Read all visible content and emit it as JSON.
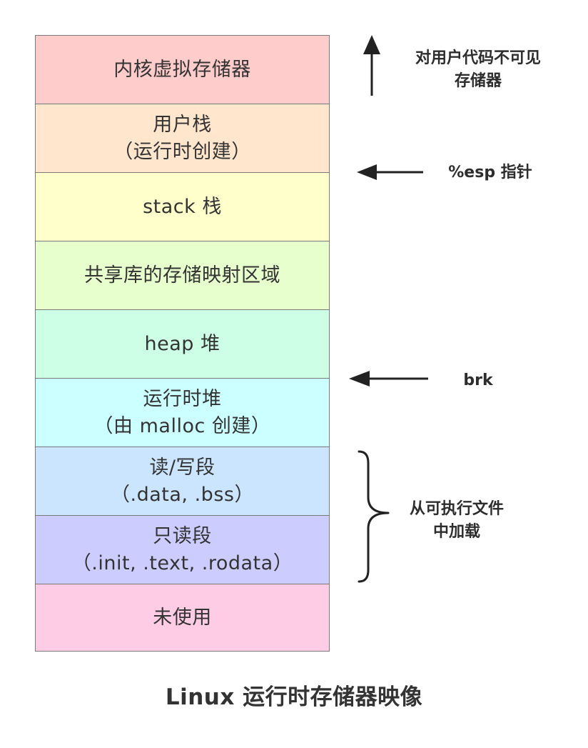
{
  "segments": [
    {
      "id": "kernel-virtual-memory",
      "line1": "内核虚拟存储器",
      "line2": "",
      "color": "#ffcccc"
    },
    {
      "id": "user-stack",
      "line1": "用户栈",
      "line2": "（运行时创建）",
      "color": "#ffe6cc"
    },
    {
      "id": "stack",
      "line1": "stack 栈",
      "line2": "",
      "color": "#ffffcc"
    },
    {
      "id": "shared-library-mapping",
      "line1": "共享库的存储映射区域",
      "line2": "",
      "color": "#e6ffcc"
    },
    {
      "id": "heap",
      "line1": "heap 堆",
      "line2": "",
      "color": "#ccffe6"
    },
    {
      "id": "runtime-heap",
      "line1": "运行时堆",
      "line2": "（由 malloc 创建）",
      "color": "#ccffff"
    },
    {
      "id": "read-write-segment",
      "line1": "读/写段",
      "line2": "（.data, .bss）",
      "color": "#cce5ff"
    },
    {
      "id": "read-only-segment",
      "line1": "只读段",
      "line2": "（.init, .text, .rodata）",
      "color": "#ccccff"
    },
    {
      "id": "unused",
      "line1": "未使用",
      "line2": "",
      "color": "#ffcce6"
    }
  ],
  "annotations": {
    "invisible_to_user": {
      "line1": "对用户代码不可见",
      "line2": "存储器"
    },
    "esp_pointer": {
      "text": "%esp 指针"
    },
    "brk": {
      "text": "brk"
    },
    "loaded_from_executable": {
      "line1": "从可执行文件",
      "line2": "中加载"
    }
  },
  "caption": "Linux 运行时存储器映像",
  "colors": {
    "border": "#7a7a7a",
    "arrow": "#222222",
    "text": "#333333"
  }
}
